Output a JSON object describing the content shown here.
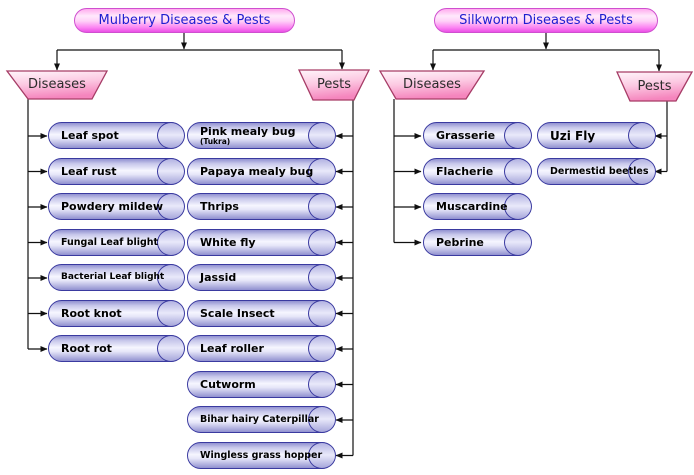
{
  "mulberry": {
    "title": "Mulberry Diseases & Pests",
    "branch_diseases": "Diseases",
    "branch_pests": "Pests",
    "diseases": [
      "Leaf spot",
      "Leaf rust",
      "Powdery mildew",
      "Fungal Leaf blight",
      "Bacterial Leaf blight",
      "Root knot",
      "Root rot"
    ],
    "pests": [
      "Pink mealy bug",
      "Papaya mealy bug",
      "Thrips",
      "White fly",
      "Jassid",
      "Scale Insect",
      "Leaf roller",
      "Cutworm",
      "Bihar hairy Caterpillar",
      "Wingless grass hopper"
    ],
    "pests_note": "(Tukra)"
  },
  "silkworm": {
    "title": "Silkworm Diseases & Pests",
    "branch_diseases": "Diseases",
    "branch_pests": "Pests",
    "diseases": [
      "Grasserie",
      "Flacherie",
      "Muscardine",
      "Pebrine"
    ],
    "pests": [
      "Uzi Fly",
      "Dermestid beetles"
    ]
  },
  "colors": {
    "pill_gradient_bottom": "#ea4fe6",
    "pill_border": "#cf4fcf",
    "pill_text": "#1d1dcf",
    "branch_fill": "#f9a9d0",
    "branch_border": "#a63c66",
    "node_border": "#3a3aa0",
    "node_fill_light": "#f6f6ff",
    "connector_line": "#111111"
  }
}
